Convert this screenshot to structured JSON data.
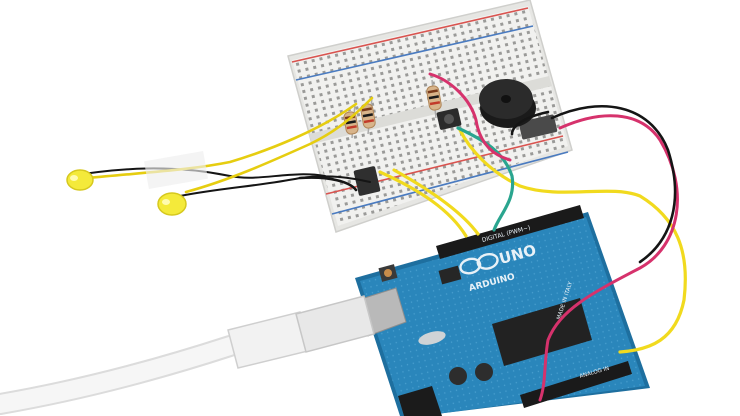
{
  "board": {
    "brand": "ARDUINO",
    "model": "UNO",
    "digital_label": "DIGITAL (PWM~)",
    "analog_label": "ANALOG IN",
    "made_in": "MADE IN ITALY"
  },
  "colors": {
    "background": "#ffffff",
    "breadboard": "#f1f1ef",
    "rail_red": "#d9534f",
    "rail_blue": "#4a7bc0",
    "arduino_blue": "#1f77a8",
    "wire_yellow": "#f1da1e",
    "wire_black": "#151515",
    "wire_red": "#d6326c",
    "wire_teal": "#2aa58f",
    "led_yellow": "#f4ea3a",
    "usb_cable": "#f3f3f3"
  }
}
